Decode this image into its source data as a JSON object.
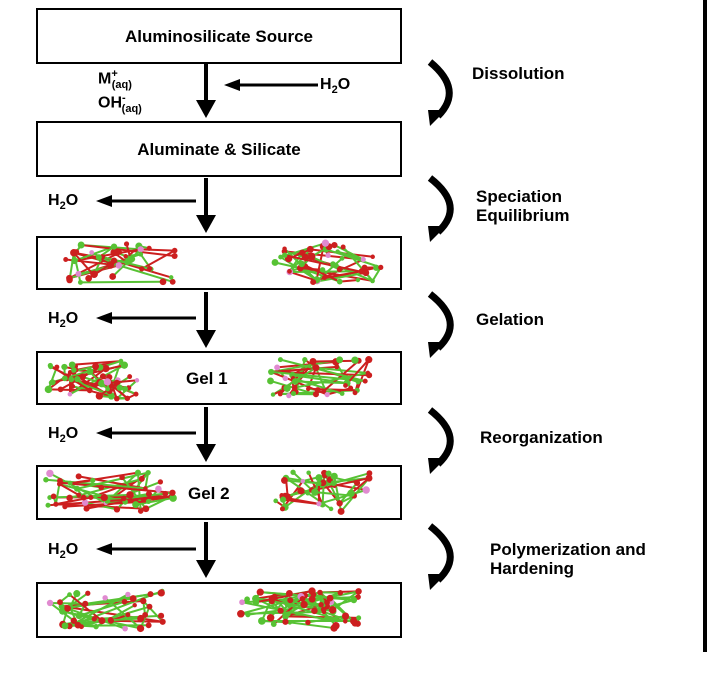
{
  "boxes": {
    "source": "Aluminosilicate Source",
    "aluminate_silicate": "Aluminate & Silicate",
    "gel1": "Gel 1",
    "gel2": "Gel 2"
  },
  "reagents": {
    "cation_base": "M",
    "cation_sup": "+",
    "cation_sub": "(aq)",
    "hydroxide_base": "OH",
    "hydroxide_sup": "-",
    "hydroxide_sub": "(aq)",
    "water_h": "H",
    "water_2": "2",
    "water_o": "O"
  },
  "steps": [
    "Dissolution",
    "Speciation Equilibrium",
    "Gelation",
    "Reorganization",
    "Polymerization and Hardening"
  ],
  "colors": {
    "oxygen": "#cc1f1f",
    "silicon": "#57c234",
    "aluminium": "#e08ad0"
  }
}
